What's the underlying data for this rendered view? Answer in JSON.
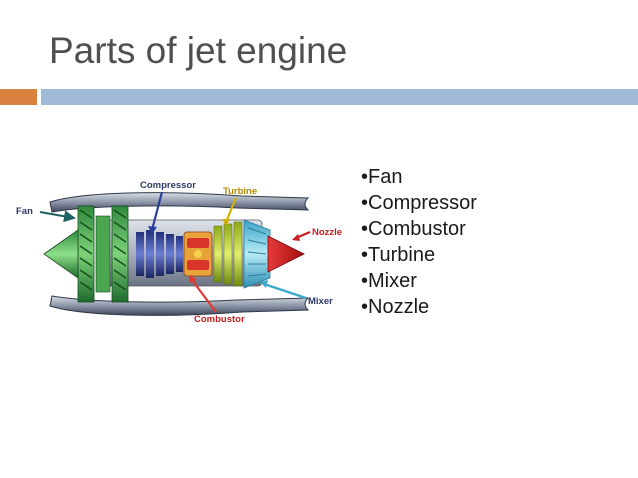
{
  "title": "Parts of jet engine",
  "accent_colors": {
    "orange_bar": "#d9823f",
    "blue_bar": "#9fb9d6"
  },
  "diagram": {
    "labels": {
      "fan": "Fan",
      "compressor": "Compressor",
      "turbine": "Turbine",
      "nozzle": "Nozzle",
      "mixer": "Mixer",
      "combustor": "Combustor"
    },
    "label_colors": {
      "fan": "#2b3a66",
      "compressor": "#2b3a66",
      "turbine": "#b08a00",
      "nozzle": "#c81e1e",
      "mixer": "#2b3a66",
      "combustor": "#c81e1e"
    }
  },
  "bullets": [
    "•Fan",
    "•Compressor",
    "•Combustor",
    "•Turbine",
    "•Mixer",
    "•Nozzle"
  ]
}
